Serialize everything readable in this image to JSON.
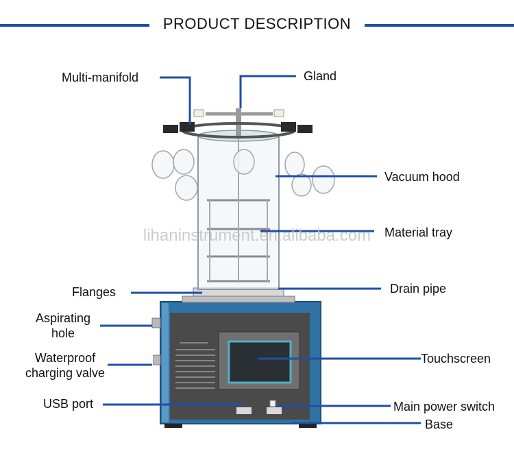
{
  "title": "PRODUCT DESCRIPTION",
  "watermark": "lihaninstrument.en.alibaba.com",
  "labels": {
    "multi_manifold": "Multi-manifold",
    "gland": "Gland",
    "vacuum_hood": "Vacuum hood",
    "material_tray": "Material tray",
    "flanges": "Flanges",
    "drain_pipe": "Drain pipe",
    "aspirating_hole": [
      "Aspirating",
      "hole"
    ],
    "waterproof_valve": [
      "Waterproof",
      "charging valve"
    ],
    "touchscreen": "Touchscreen",
    "usb_port": "USB port",
    "main_power_switch": "Main power switch",
    "base": "Base"
  },
  "colors": {
    "leader": "#1e4fa8",
    "cabinet": "#2f73a6",
    "panel": "#4a4a4a",
    "screen_frame": "#4fb0c6"
  }
}
